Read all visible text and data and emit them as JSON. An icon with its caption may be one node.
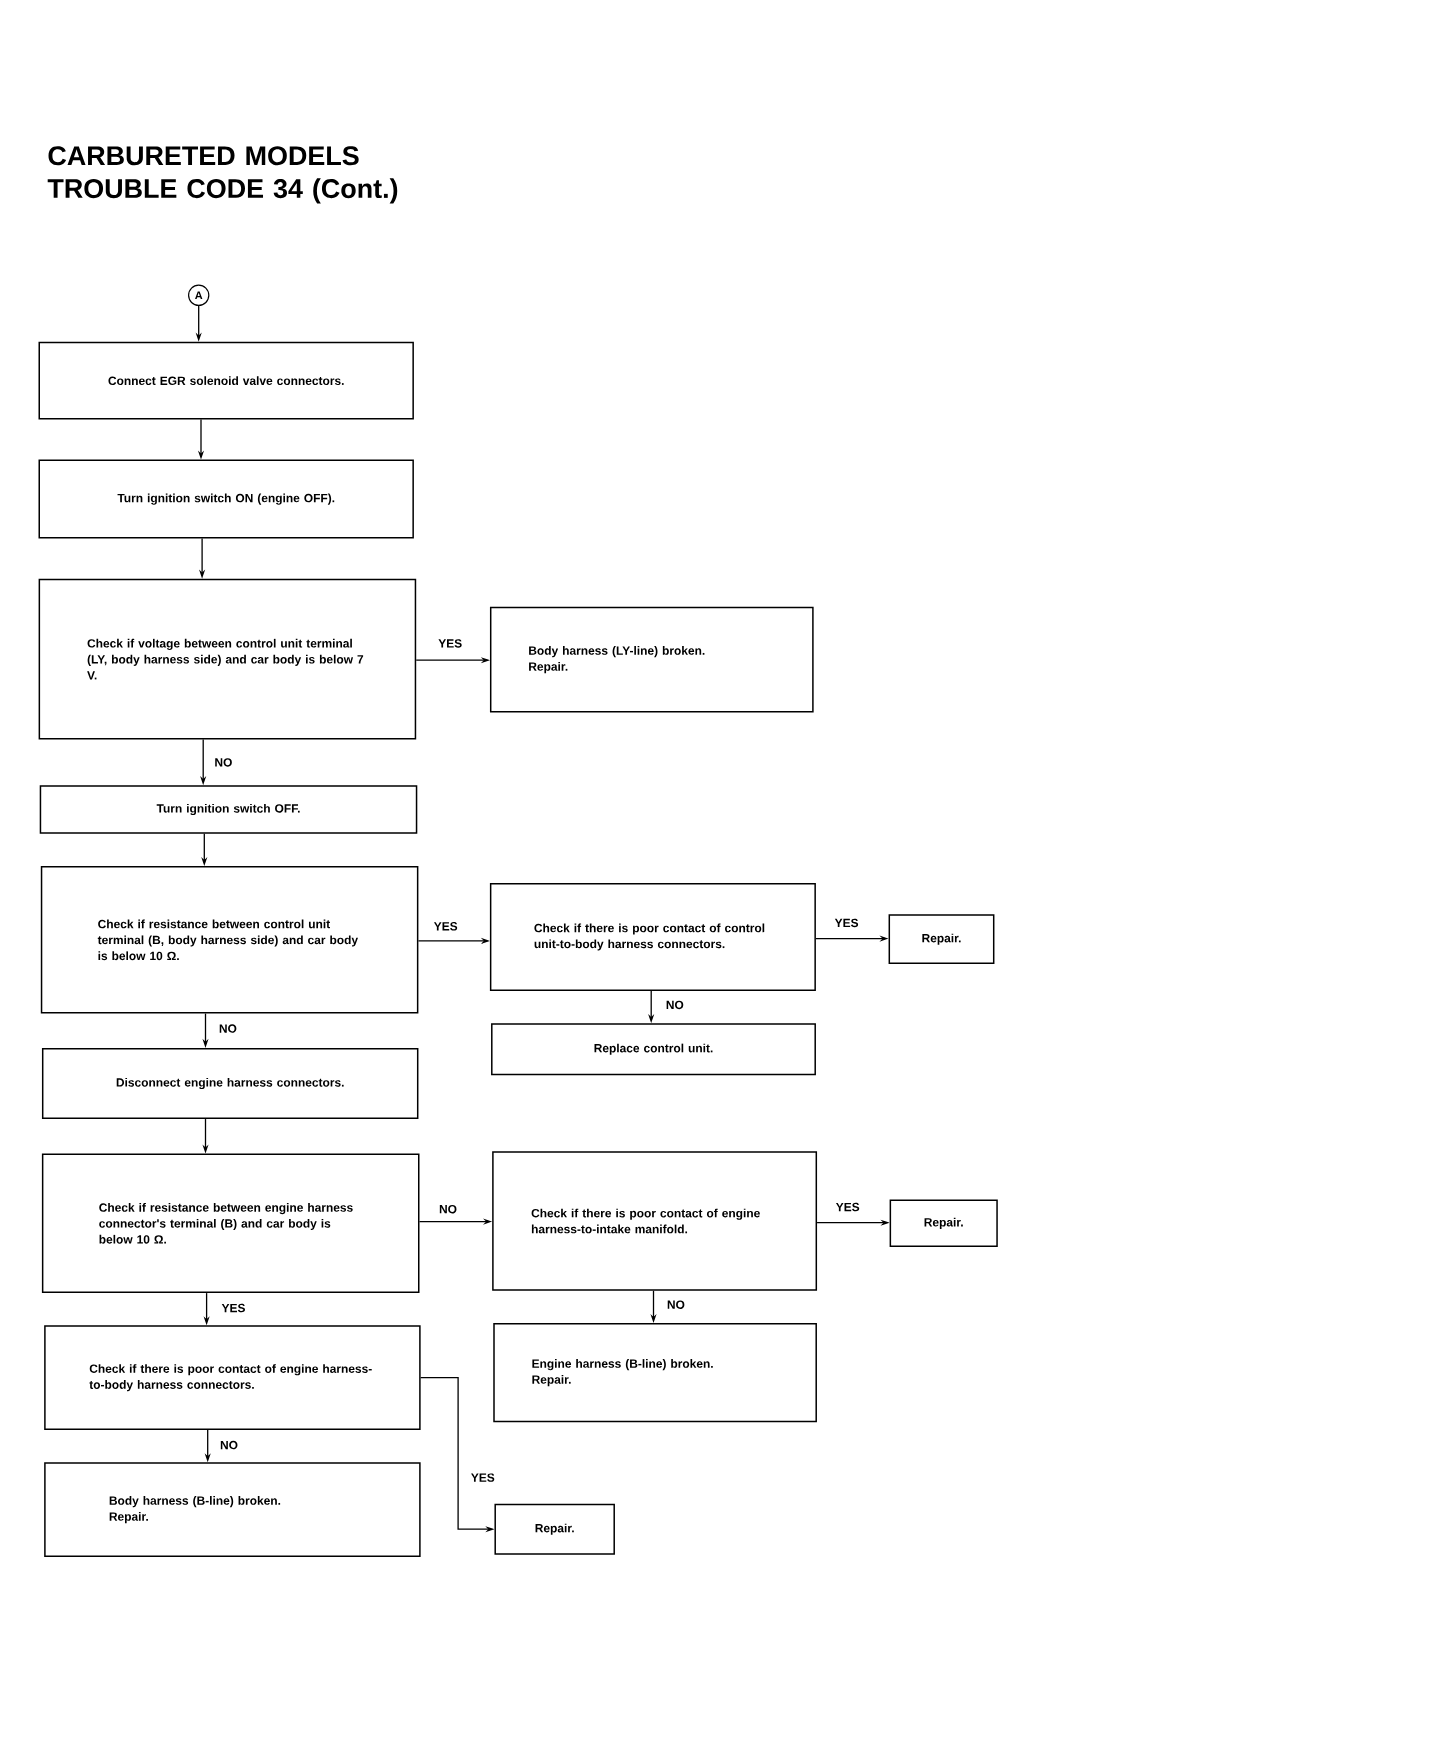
{
  "diagram": {
    "title": "CARBURETED MODELS TROUBLE CODE 34 (Cont.)",
    "nodes": [
      {
        "text": [
          "A"
        ]
      },
      {
        "text": [
          "Connect EGR solenoid valve connectors."
        ]
      },
      {
        "text": [
          "Turn ignition switch ON (engine OFF)."
        ]
      },
      {
        "text": [
          "Check if voltage between control unit terminal (LY, body harness side) and car body is below 7 V."
        ]
      },
      {
        "text": [
          "Body harness (LY-line) broken.",
          "Repair."
        ]
      },
      {
        "text": [
          "Turn ignition switch OFF."
        ]
      },
      {
        "text": [
          "Check if resistance between control unit terminal (B, body harness side) and car body is below 10 Ω."
        ]
      },
      {
        "text": [
          "Check if there is poor contact of control unit-to-body harness connectors."
        ]
      },
      {
        "text": [
          "Repair."
        ]
      },
      {
        "text": [
          "Replace control unit."
        ]
      },
      {
        "text": [
          "Disconnect engine harness connectors."
        ]
      },
      {
        "text": [
          "Check if resistance between engine harness connector's terminal (B) and car body is below 10 Ω."
        ]
      },
      {
        "text": [
          "Check if there is poor contact of engine harness-to-intake manifold."
        ]
      },
      {
        "text": [
          "Repair."
        ]
      },
      {
        "text": [
          "Check if there is poor contact of engine harness-to-body harness connectors."
        ]
      },
      {
        "text": [
          "Engine harness (B-line) broken.",
          "Repair."
        ]
      },
      {
        "text": [
          "Body harness (B-line) broken.",
          "Repair."
        ]
      },
      {
        "text": [
          "Repair."
        ]
      }
    ],
    "edges": [
      {
        "from": 0,
        "to": 1,
        "arrow": "to"
      },
      {
        "from": 1,
        "to": 2,
        "arrow": "to"
      },
      {
        "from": 2,
        "to": 3,
        "arrow": "to"
      },
      {
        "from": 3,
        "to": 4,
        "arrow": "to",
        "label": "YES"
      },
      {
        "from": 3,
        "to": 5,
        "arrow": "to",
        "label": "NO"
      },
      {
        "from": 5,
        "to": 6,
        "arrow": "to"
      },
      {
        "from": 6,
        "to": 7,
        "arrow": "to",
        "label": "YES"
      },
      {
        "from": 7,
        "to": 8,
        "arrow": "to",
        "label": "YES"
      },
      {
        "from": 7,
        "to": 9,
        "arrow": "to",
        "label": "NO"
      },
      {
        "from": 6,
        "to": 10,
        "arrow": "to",
        "label": "NO"
      },
      {
        "from": 10,
        "to": 11,
        "arrow": "to"
      },
      {
        "from": 11,
        "to": 12,
        "arrow": "to",
        "label": "NO"
      },
      {
        "from": 12,
        "to": 13,
        "arrow": "to",
        "label": "YES"
      },
      {
        "from": 12,
        "to": 15,
        "arrow": "to",
        "label": "NO"
      },
      {
        "from": 11,
        "to": 14,
        "arrow": "to",
        "label": "YES"
      },
      {
        "from": 14,
        "to": 16,
        "arrow": "to",
        "label": "NO"
      },
      {
        "from": 14,
        "to": 17,
        "arrow": "to",
        "label": "YES"
      }
    ]
  }
}
